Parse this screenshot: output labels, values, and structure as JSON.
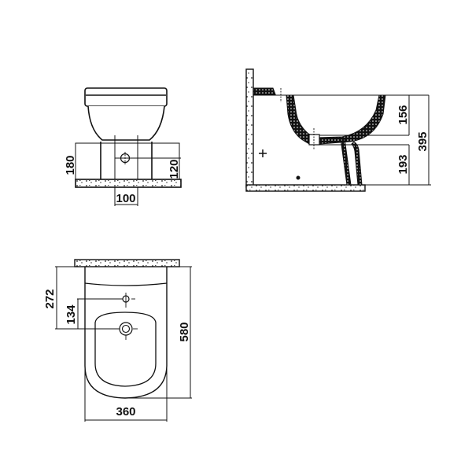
{
  "drawing": {
    "subject": "Floor-standing bidet technical drawing",
    "units": "mm",
    "colors": {
      "line": "#111111",
      "fill": "#ffffff",
      "floor_hatch_dot": "#222222",
      "dim_text": "#111111",
      "dim_text_outline": "#c8862a"
    }
  },
  "views": {
    "front": {
      "label": "front-elevation",
      "dimensions": {
        "total_height_to_rim_base": "180",
        "waste_outlet_height": "120",
        "outlet_width": "100"
      }
    },
    "side": {
      "label": "side-section",
      "dimensions": {
        "bowl_depth": "156",
        "outlet_height": "193",
        "total_height": "395"
      }
    },
    "plan": {
      "label": "plan-view",
      "dimensions": {
        "wall_to_bowl_outlet": "272",
        "tap_to_bowl_outlet": "134",
        "total_depth": "580",
        "total_width": "360"
      }
    }
  }
}
